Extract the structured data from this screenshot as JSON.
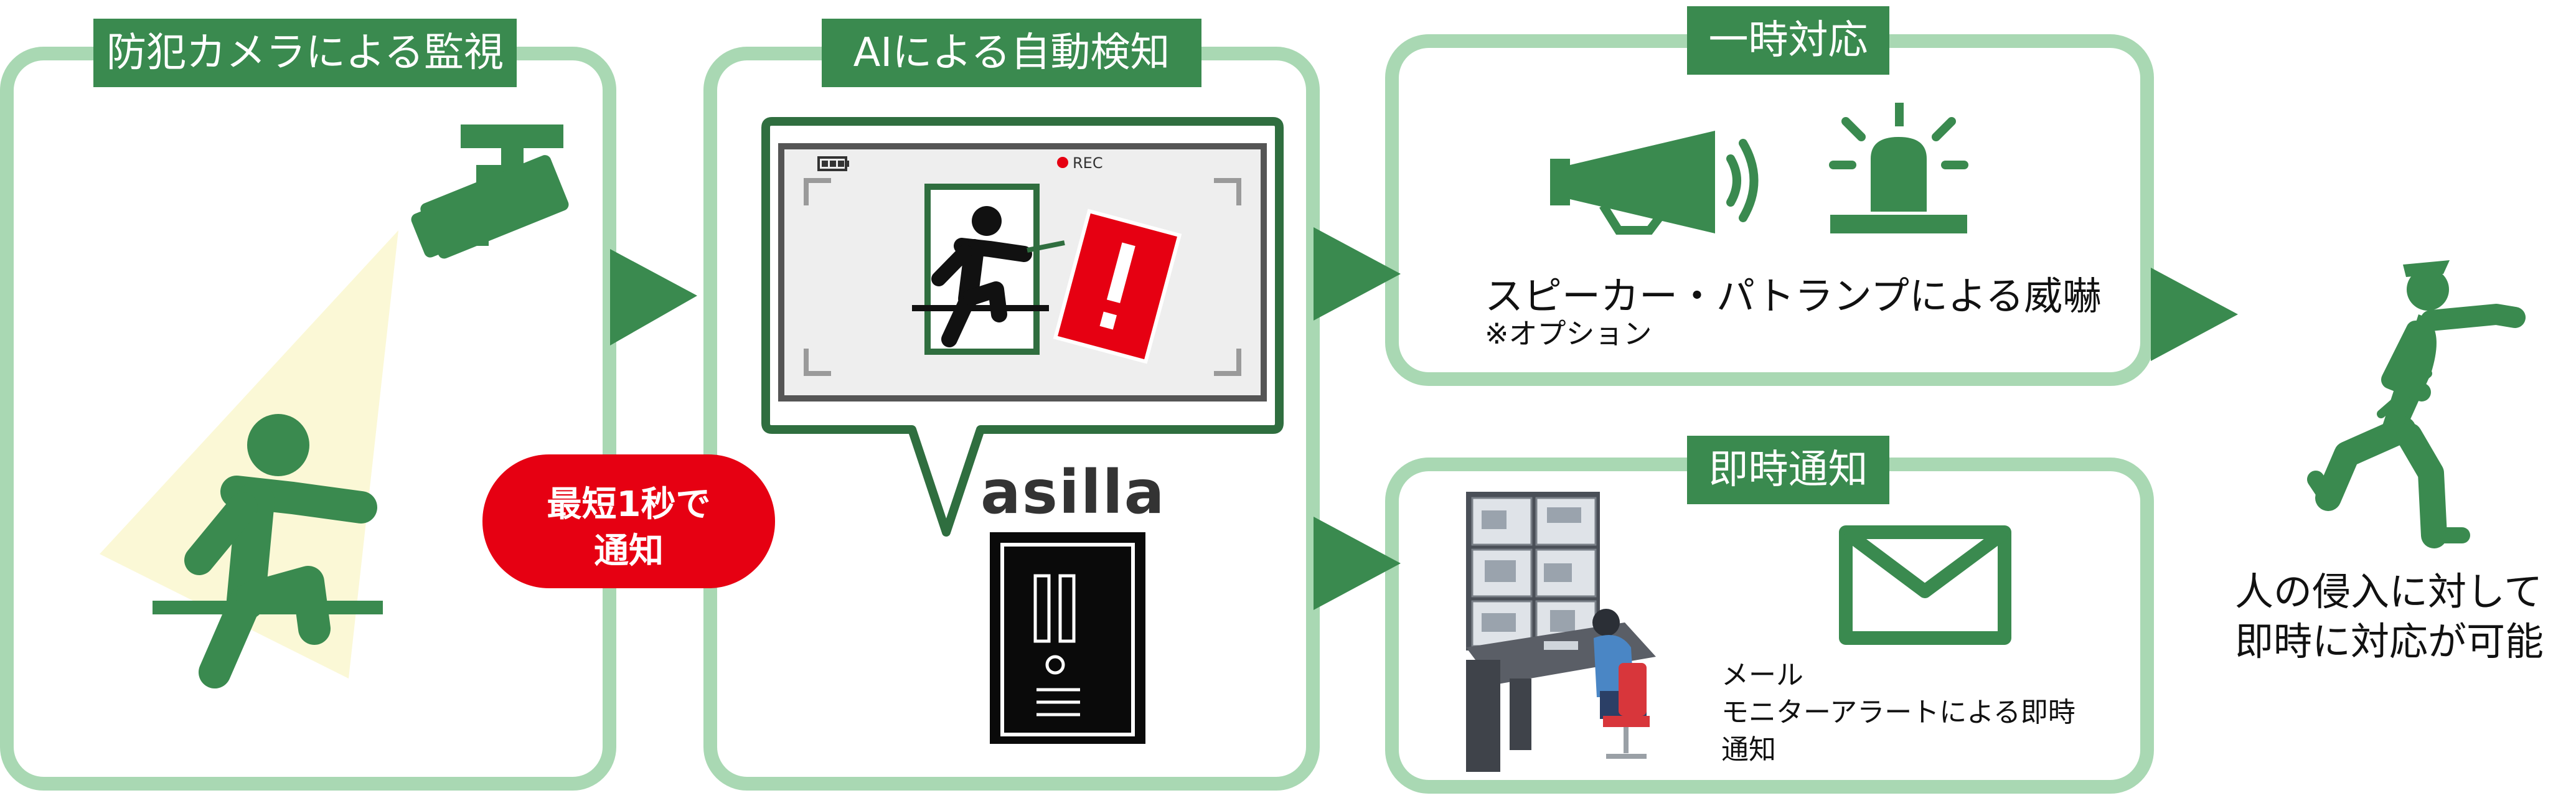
{
  "panels": {
    "camera": {
      "label": "防犯カメラによる監視"
    },
    "ai": {
      "label": "AIによる自動検知",
      "brand": "asilla",
      "rec_label": "REC"
    },
    "response": {
      "label": "一時対応",
      "caption": "スピーカー・パトランプによる威嚇",
      "note": "※オプション"
    },
    "notify": {
      "label": "即時通知",
      "line1": "メール",
      "line2": "モニターアラートによる即時",
      "line3": "通知"
    }
  },
  "badge": {
    "line1": "最短1秒で",
    "line2": "通知"
  },
  "result": {
    "line1": "人の侵入に対して",
    "line2": "即時に対応が可能"
  },
  "colors": {
    "green": "#3a8a4f",
    "light_green": "#a9d8b3",
    "red": "#e60012",
    "tab_green": "#3a8a4f"
  }
}
